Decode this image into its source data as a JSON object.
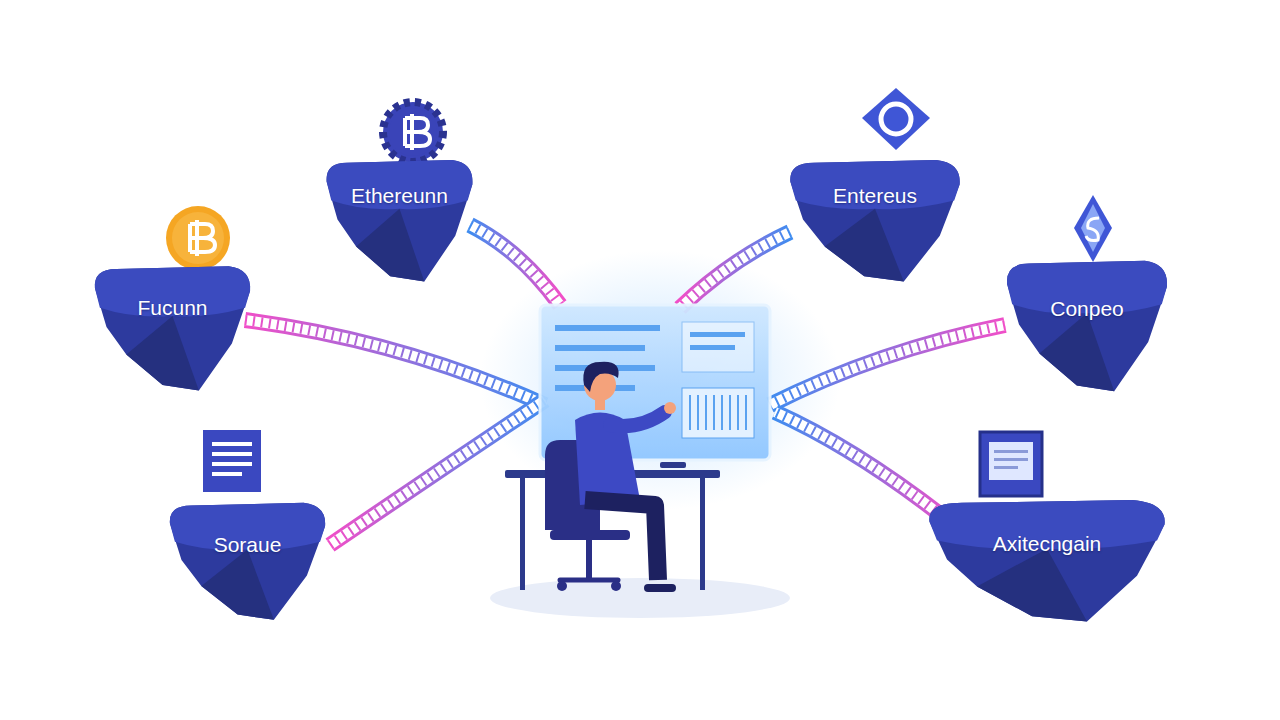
{
  "diagram": {
    "nodes": [
      {
        "text": [
          "Ethereunn"
        ]
      },
      {
        "text": [
          "Entereus"
        ]
      },
      {
        "text": [
          "Fucunn"
        ]
      },
      {
        "text": [
          "Conpeo"
        ]
      },
      {
        "text": [
          "Soraue"
        ]
      },
      {
        "text": [
          "Axitecngain"
        ]
      }
    ]
  }
}
